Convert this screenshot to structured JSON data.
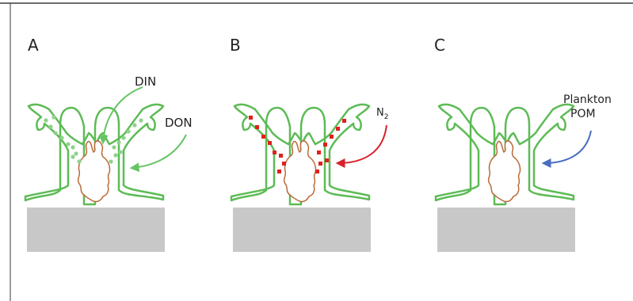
{
  "panels": [
    {
      "label": "A",
      "annotations": [
        {
          "text": "DIN"
        },
        {
          "text": "DON"
        }
      ],
      "particle_color": "#8ed28c",
      "arrow_color": "#66c466"
    },
    {
      "label": "B",
      "annotations": [
        {
          "text": "N",
          "subscript": "2"
        }
      ],
      "particle_color": "#e0201c",
      "arrow_color": "#d8202a"
    },
    {
      "label": "C",
      "annotations": [
        {
          "text": "Plankton"
        },
        {
          "text": "POM"
        }
      ],
      "arrow_color": "#4a6ec0"
    }
  ],
  "colors": {
    "membrane": "#5dbb56",
    "polyp": "#b86a3a",
    "substrate": "#c8c8c8",
    "frame": "#3a3a3a"
  }
}
